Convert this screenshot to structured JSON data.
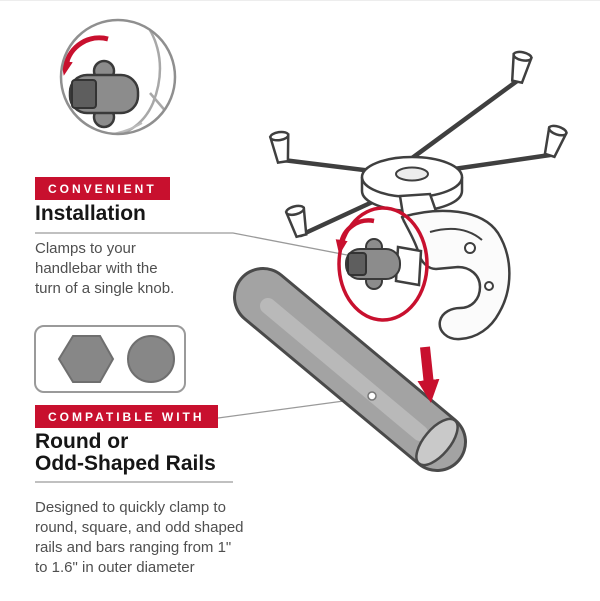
{
  "colors": {
    "accent_red": "#C8102E",
    "shape_gray": "#878787",
    "line_gray": "#9a9a9a",
    "ink": "#3f3f3f"
  },
  "sections": {
    "installation": {
      "banner": "CONVENIENT",
      "heading": "Installation",
      "body": "Clamps to your\nhandlebar with the\nturn of a single knob."
    },
    "rails": {
      "banner": "COMPATIBLE WITH",
      "heading": "Round or\nOdd-Shaped Rails",
      "body": "Designed to quickly clamp to\nround, square, and odd shaped\nrails and bars ranging from 1\"\nto 1.6\" in outer diameter"
    }
  },
  "icons": {
    "inset": "knob-closeup",
    "rotate_arrows": "red-rotate-arrow",
    "down_arrow": "red-down-arrow",
    "hexagon": "hex-rail-profile",
    "circle": "round-rail-profile"
  }
}
